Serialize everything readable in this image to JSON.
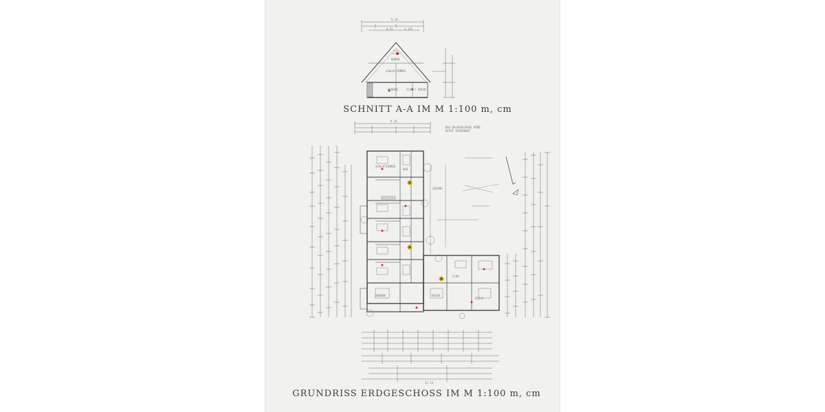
{
  "sheet": {
    "section_title": "SCHNITT A-A IM M 1:100 m, cm",
    "plan_title": "GRUNDRISS ERDGESCHOSS IM M 1:100 m, cm"
  },
  "section": {
    "rooms": [
      "BODEN",
      "SCHLAFZIMMER",
      "WOHNEN",
      "FLUR / KÜCHE"
    ],
    "dims": [
      "9.24",
      "4.52",
      "3.135"
    ]
  },
  "plan": {
    "note": "DAS DACHGESCHOSS WIRD NICHT AUSGEBAUT",
    "overall_dims": [
      "9.24",
      "21.74"
    ],
    "rooms": [
      "SCHLAFZIMMER",
      "WOHNEN",
      "KÜCHE",
      "BAD",
      "FLUR",
      "ZUGANG",
      "DIELE"
    ]
  }
}
